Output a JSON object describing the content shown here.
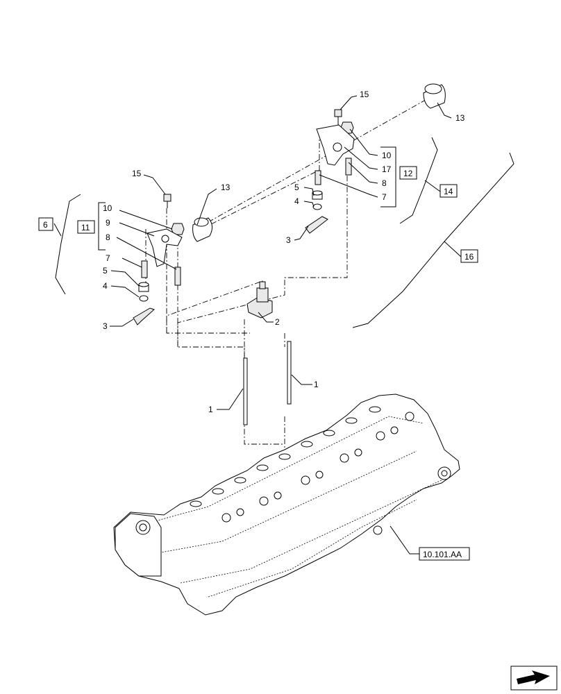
{
  "callouts": {
    "c1a": "1",
    "c1b": "1",
    "c2": "2",
    "c3a": "3",
    "c3b": "3",
    "c4a": "4",
    "c4b": "4",
    "c5a": "5",
    "c5b": "5",
    "c6": "6",
    "c7a": "7",
    "c7b": "7",
    "c8a": "8",
    "c8b": "8",
    "c9": "9",
    "c10a": "10",
    "c10b": "10",
    "c11": "11",
    "c12": "12",
    "c13a": "13",
    "c13b": "13",
    "c14": "14",
    "c15a": "15",
    "c15b": "15",
    "c16": "16",
    "c17": "17"
  },
  "reference": "10.101.AA",
  "nav": {
    "icon": "next-page-arrow-icon"
  }
}
